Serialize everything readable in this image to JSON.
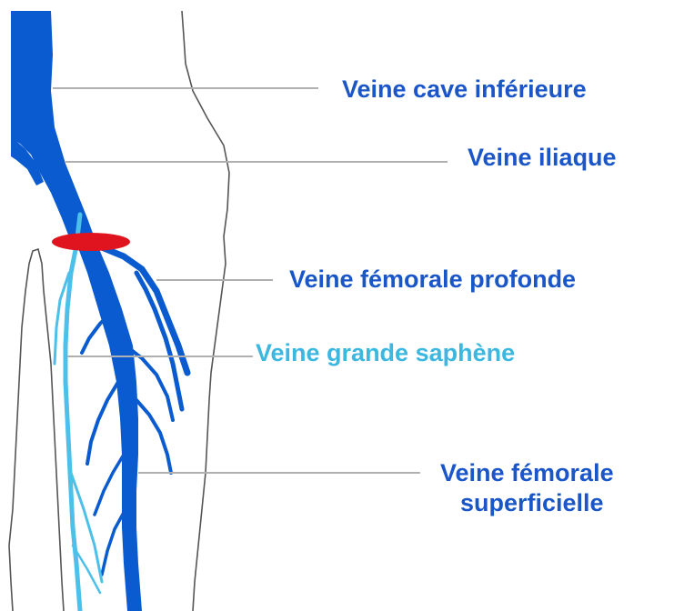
{
  "labels": {
    "vena_cava": "Veine cave inférieure",
    "iliac": "Veine iliaque",
    "deep_femoral": "Veine fémorale profonde",
    "great_saphenous": "Veine grande saphène",
    "superficial_femoral_line1": "Veine fémorale",
    "superficial_femoral_line2": "superficielle"
  },
  "colors": {
    "deep_vein": "#0a5ad0",
    "great_saphenous": "#4cc0e8",
    "marker": "#e0141e",
    "label_dark": "#1a56c8",
    "label_light": "#3cb8e0",
    "leader_line": "#b0b0b0",
    "outline": "#555555"
  }
}
